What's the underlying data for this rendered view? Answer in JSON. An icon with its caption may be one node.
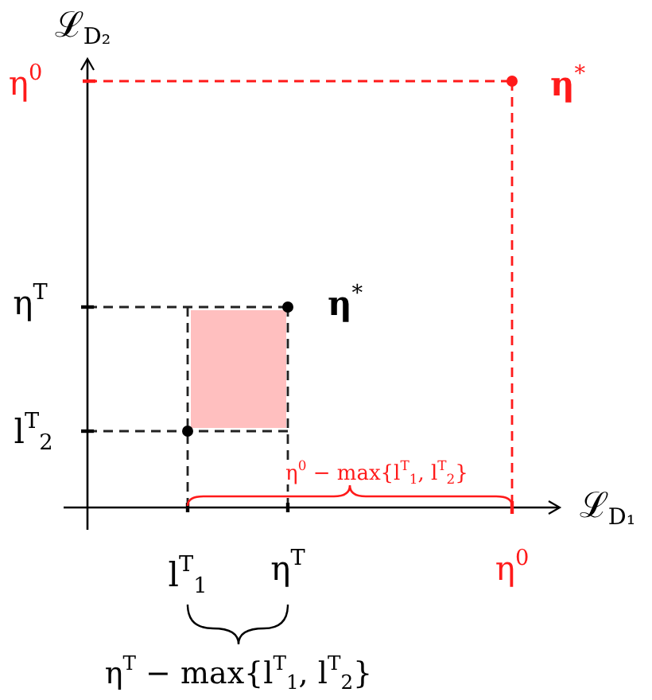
{
  "diagram": {
    "nodes": [
      {
        "text": [],
        "shape": "box"
      }
    ],
    "labels": [
      "ℒ$_{D₂}$",
      "η$^{0}$",
      "**η**$^{*}$",
      "η$^{T}$",
      "**η**$^{*}$",
      "l$^{T}$$_{2}$",
      "η$^{0}$ − max{l$^{T}$$_{1}$, l$^{T}$$_{2}$}",
      "ℒ$_{D₁}$",
      "l$^{T}$$_{1}$",
      "η$^{T}$",
      "η$^{0}$",
      "η$^{T}$ − max{l$^{T}$$_{1}$, l$^{T}$$_{2}$}"
    ]
  }
}
